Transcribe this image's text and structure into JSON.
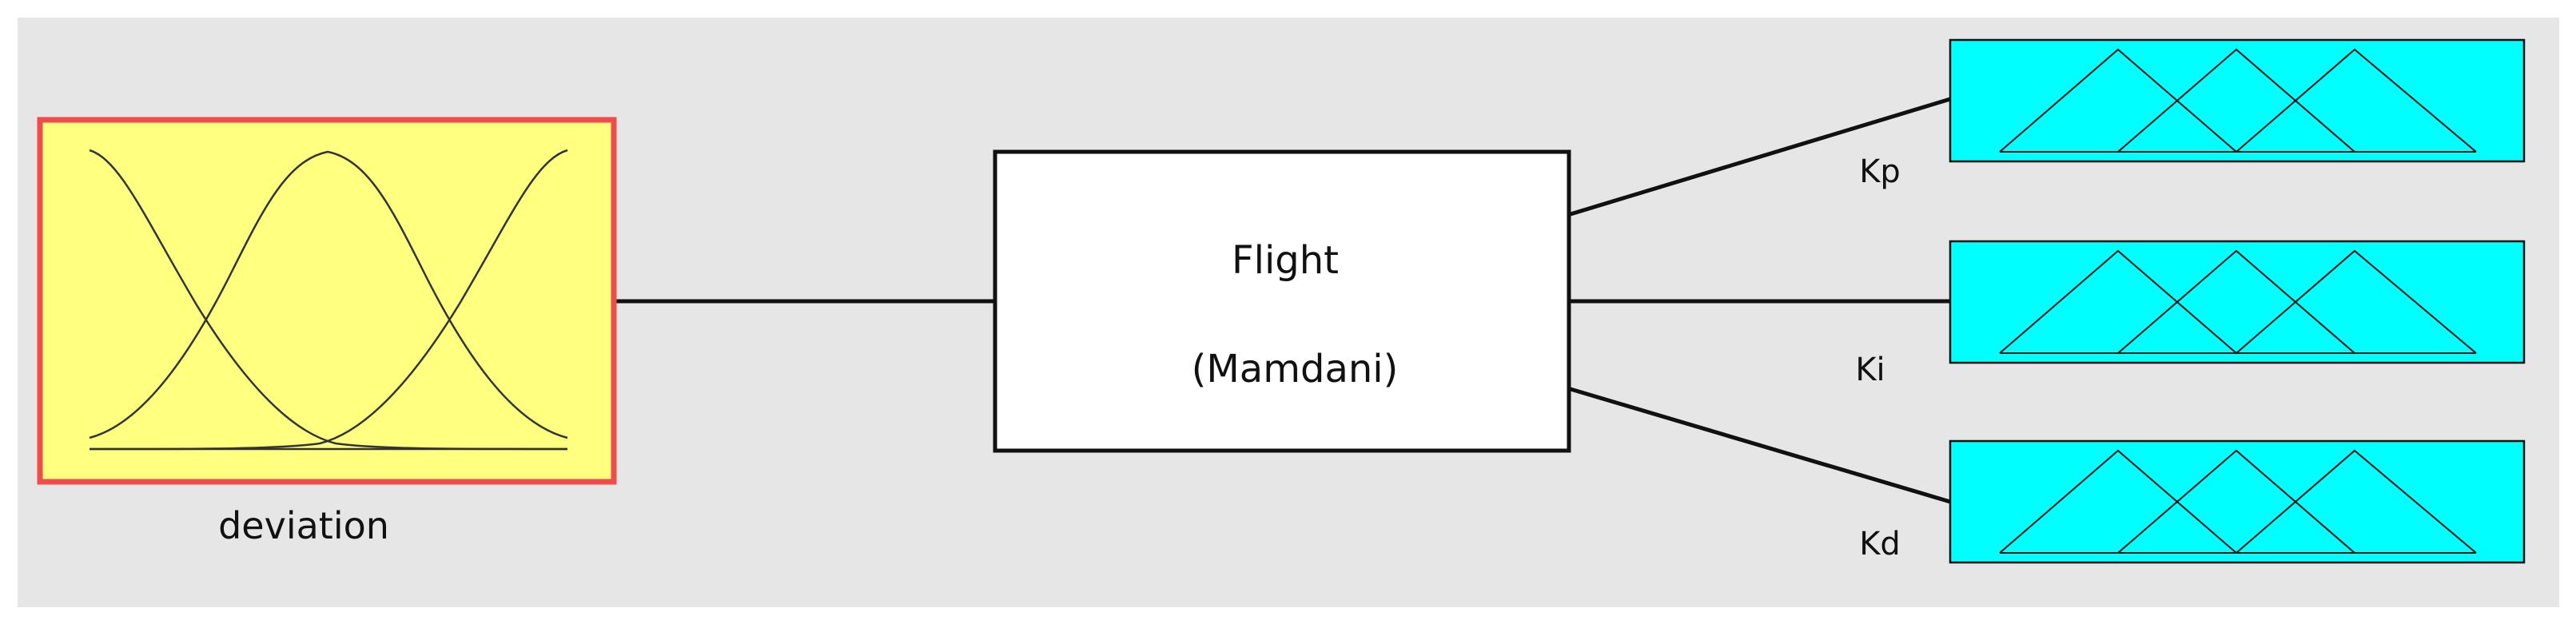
{
  "diagram": {
    "input": {
      "label": "deviation",
      "fill_color": "#ffff80",
      "border_color": "#f04c4c"
    },
    "system": {
      "name": "Flight",
      "method": "(Mamdani)"
    },
    "outputs": [
      {
        "label": "Kp"
      },
      {
        "label": "Ki"
      },
      {
        "label": "Kd"
      }
    ],
    "colors": {
      "background": "#e6e6e6",
      "output_fill": "#00ffff",
      "line": "#111111"
    }
  }
}
